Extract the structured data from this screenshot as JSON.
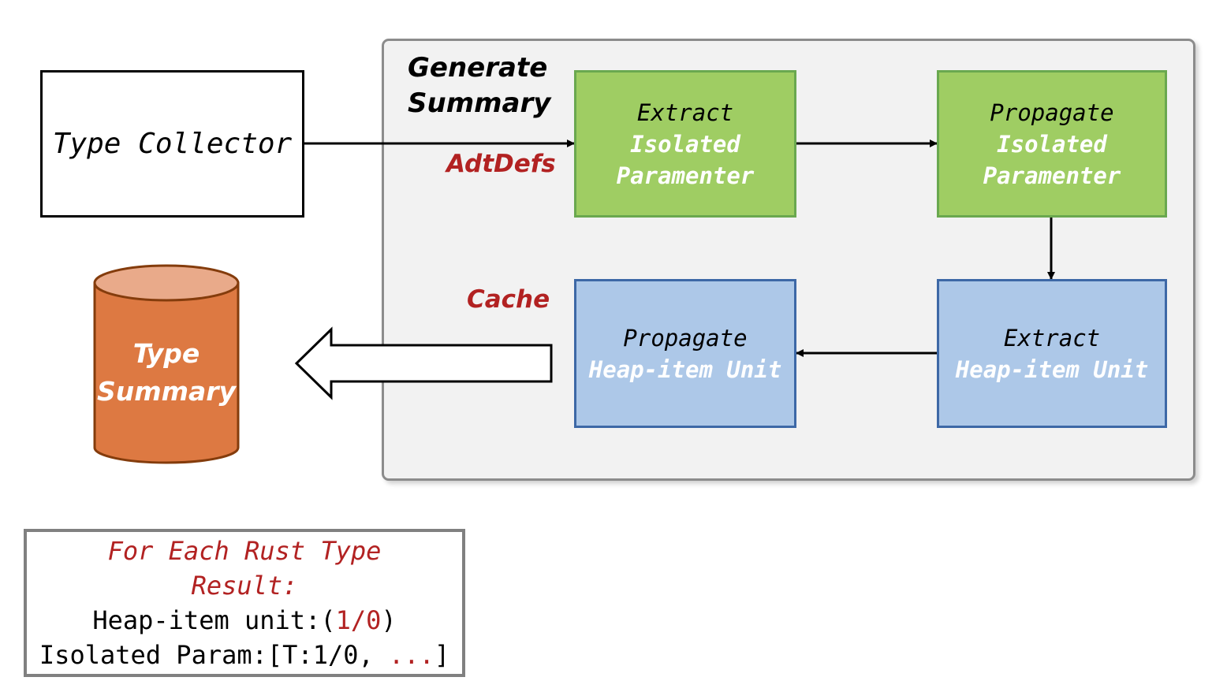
{
  "type_collector": {
    "label": "Type Collector"
  },
  "group": {
    "title_lines": [
      "Generate",
      "Summary"
    ]
  },
  "edge_labels": {
    "adtdefs": "AdtDefs",
    "cache": "Cache"
  },
  "steps": {
    "extract_isolated": {
      "line1": "Extract",
      "line2": "Isolated",
      "line3": "Paramenter"
    },
    "propagate_isolated": {
      "line1": "Propagate",
      "line2": "Isolated",
      "line3": "Paramenter"
    },
    "extract_heap": {
      "line1": "Extract",
      "line2": "Heap-item Unit"
    },
    "propagate_heap": {
      "line1": "Propagate",
      "line2": "Heap-item Unit"
    }
  },
  "type_summary": {
    "lines": [
      "Type",
      "Summary"
    ]
  },
  "result": {
    "line1": "For Each Rust Type",
    "line2": "Result:",
    "line3_prefix": "Heap-item unit:(",
    "line3_value": "1/0",
    "line3_suffix": ")",
    "line4_prefix": "Isolated Param:[T:1/0, ",
    "line4_ellipsis": "...",
    "line4_suffix": "]"
  },
  "colors": {
    "green_fill": "#9fcd63",
    "blue_fill": "#adc8e8",
    "db_fill": "#dd7942",
    "db_top": "#e9aa8a",
    "label_red": "#b22222"
  }
}
